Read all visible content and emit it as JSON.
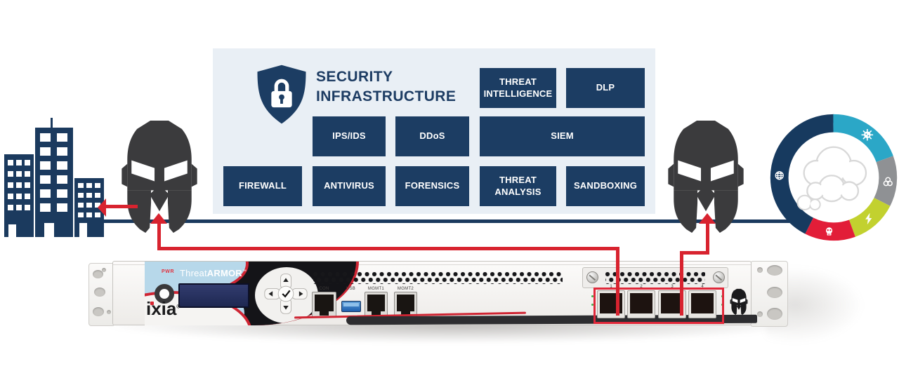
{
  "security_panel": {
    "title_line1": "SECURITY",
    "title_line2": "INFRASTRUCTURE",
    "shield_icon": "shield-lock",
    "boxes": [
      "THREAT INTELLIGENCE",
      "DLP",
      "IPS/IDS",
      "DDoS",
      "SIEM",
      "FIREWALL",
      "ANTIVIRUS",
      "FORENSICS",
      "THREAT ANALYSIS",
      "SANDBOXING"
    ]
  },
  "left_site": {
    "icon": "city-buildings"
  },
  "inline_guards": {
    "left_icon": "spartan-helmet",
    "right_icon": "spartan-helmet"
  },
  "internet_cloud": {
    "icon": "clouds",
    "threat_icons": [
      "globe-malware",
      "virus",
      "biohazard",
      "exploit-lightning",
      "skull-malware"
    ],
    "ring_colors": {
      "navy": "#173a5f",
      "cyan": "#2ba7c7",
      "gray": "#8f9194",
      "lime": "#c2d12f",
      "red": "#e21d38"
    }
  },
  "appliance": {
    "power_label": "PWR",
    "product_light": "Threat",
    "product_bold": "ARMOR",
    "product_mark": "™",
    "brand": "ixia",
    "brand_mark": "®",
    "console_label": "CON",
    "usb_label": "USB",
    "mgmt1_label": "MGMT1",
    "mgmt2_label": "MGMT2",
    "port_numbers": [
      "1",
      "2",
      "3",
      "4"
    ],
    "badge_icon": "spartan-helmet"
  },
  "colors": {
    "panel_bg": "#e9eff5",
    "box_navy": "#1c3d63",
    "line_navy": "#1b3a5e",
    "arrow_red": "#d8232f",
    "helmet_gray": "#3b3b3d"
  }
}
